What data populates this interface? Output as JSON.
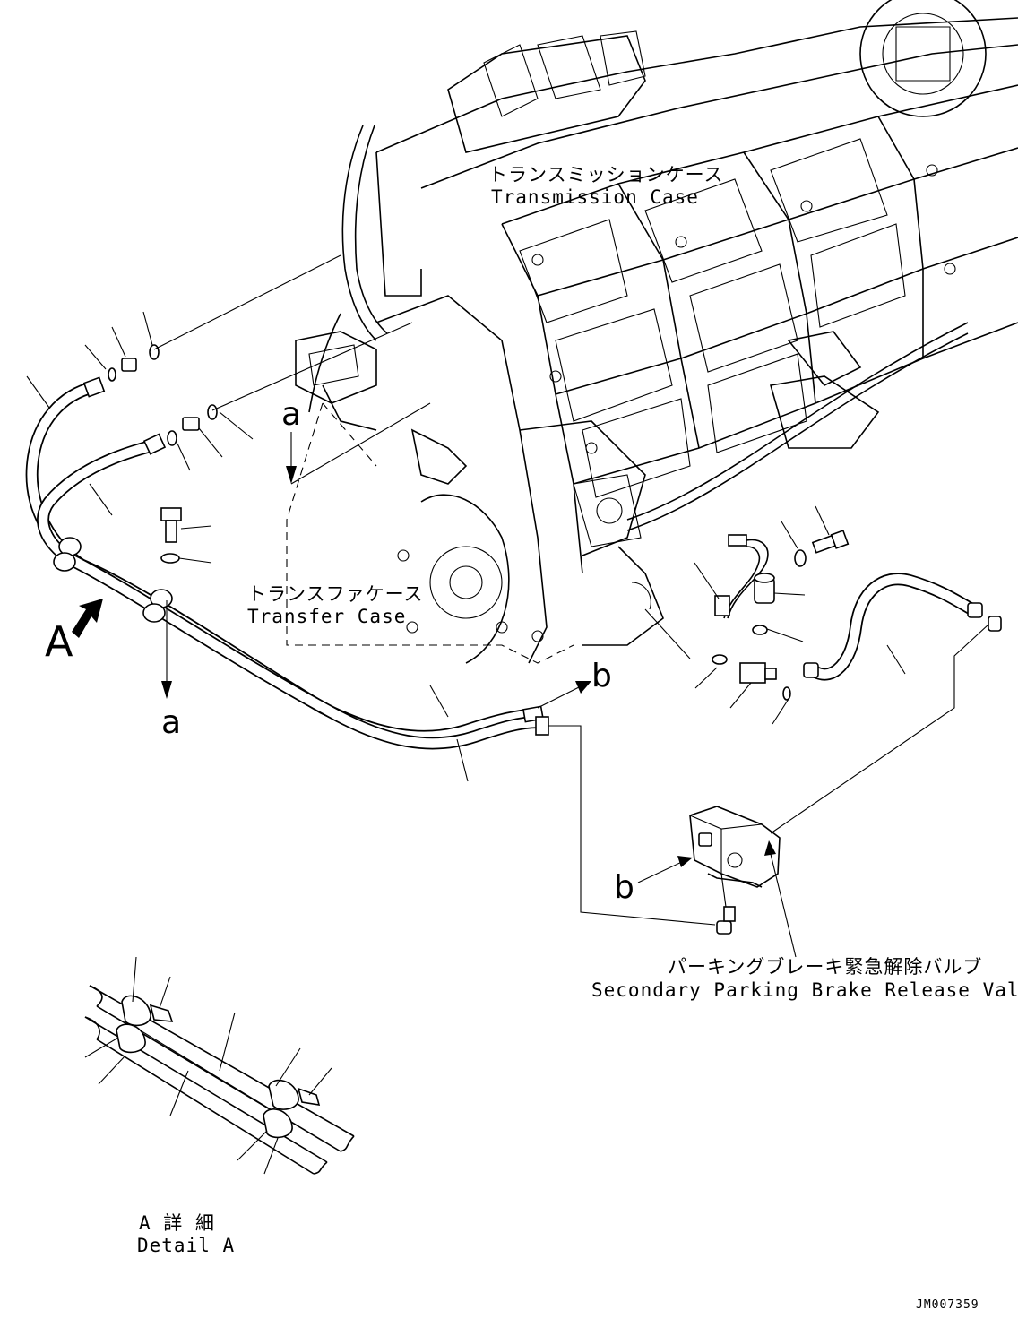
{
  "labels": {
    "transmission_case_jp": "トランスミッションケース",
    "transmission_case_en": "Transmission Case",
    "transfer_case_jp": "トランスファケース",
    "transfer_case_en": "Transfer Case",
    "valve_jp": "パーキングブレーキ緊急解除バルブ",
    "valve_en": "Secondary Parking Brake Release Valve",
    "detail_jp": "A 詳 細",
    "detail_en": "Detail A",
    "view_a": "A",
    "ref_a_top": "a",
    "ref_a_bottom": "a",
    "ref_b_right": "b",
    "ref_b_valve": "b",
    "drawing_number": "JM007359"
  }
}
